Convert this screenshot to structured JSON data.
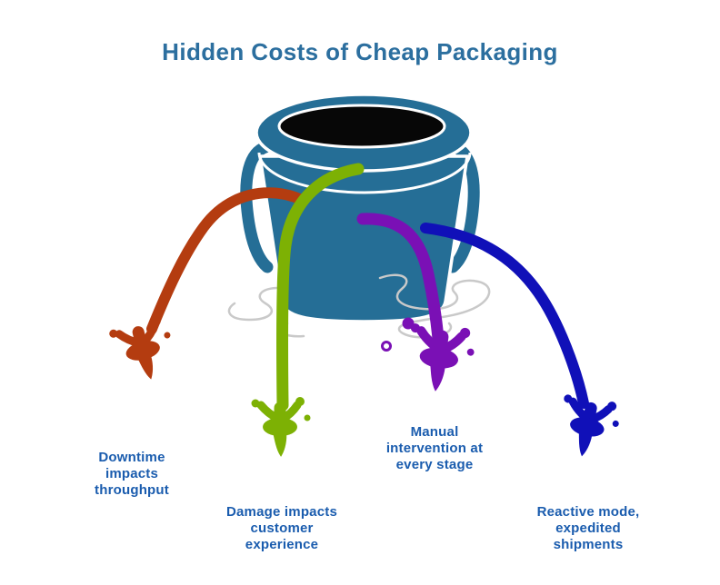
{
  "title": {
    "text": "Hidden Costs of Cheap Packaging",
    "color": "#2C6F9F"
  },
  "diagram": {
    "bucket_color": "#256E96",
    "outline_color": "#FFFFFF",
    "opening_color": "#070707",
    "ripple_color": "#C9C9C9",
    "label_color": "#1A5CAE",
    "leaks": [
      {
        "id": "downtime",
        "label": "Downtime\nimpacts\nthroughput",
        "color": "#B43C10"
      },
      {
        "id": "damage",
        "label": "Damage impacts\ncustomer\nexperience",
        "color": "#7DB104"
      },
      {
        "id": "manual",
        "label": "Manual\nintervention at\nevery stage",
        "color": "#7A10B5"
      },
      {
        "id": "reactive",
        "label": "Reactive mode,\nexpedited\nshipments",
        "color": "#1010B8"
      }
    ]
  }
}
